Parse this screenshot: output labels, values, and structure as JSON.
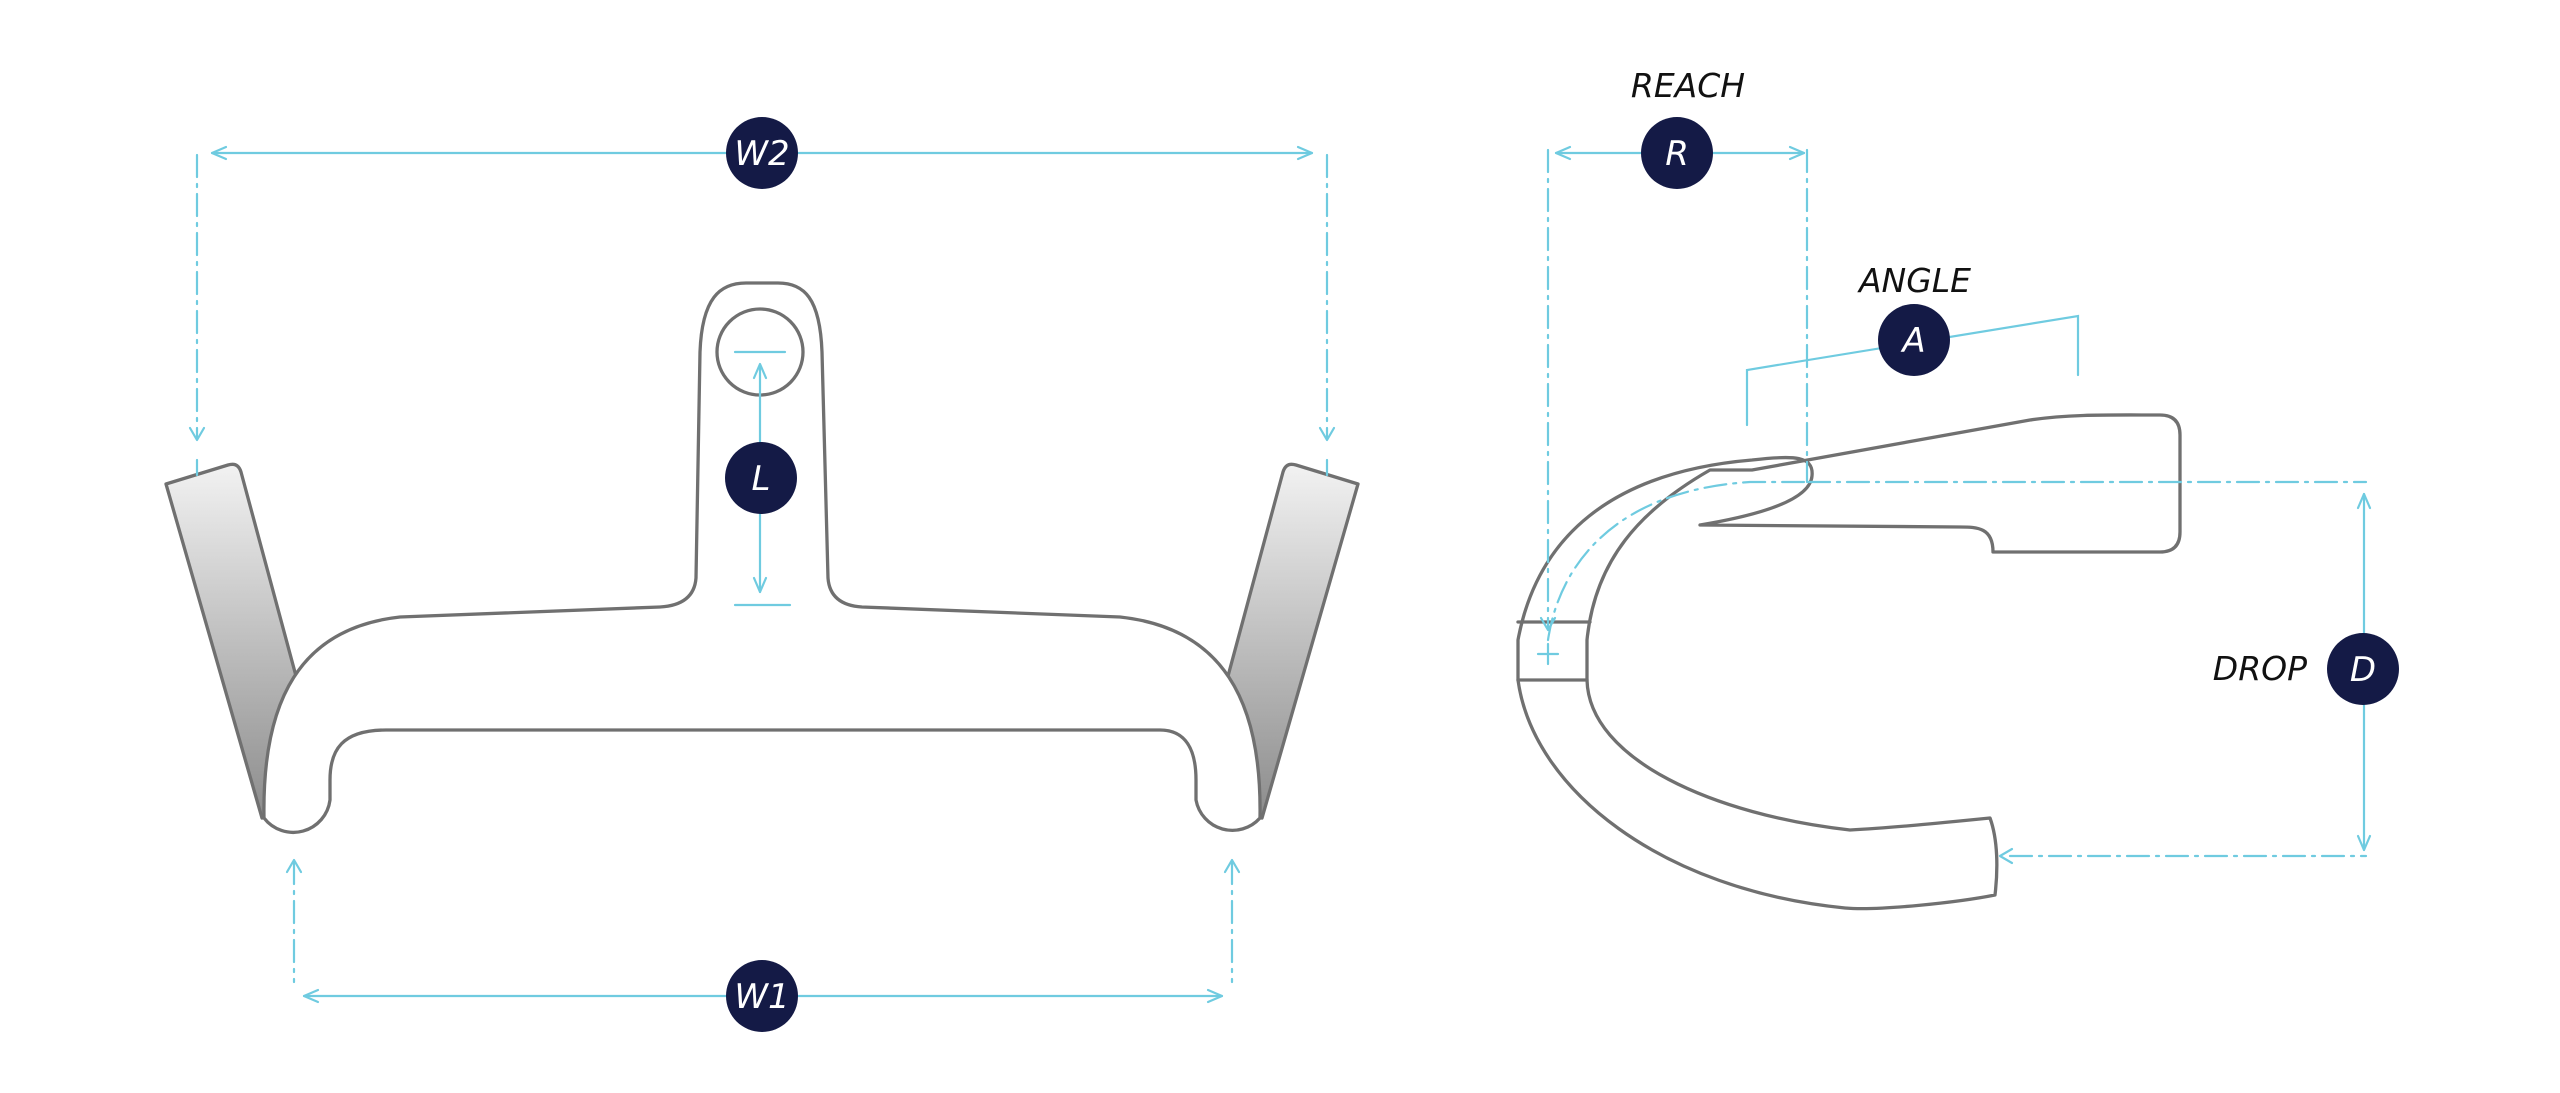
{
  "labels": {
    "reach": "REACH",
    "angle": "ANGLE",
    "drop": "DROP"
  },
  "badges": {
    "w2": "W2",
    "w1": "W1",
    "l": "L",
    "r": "R",
    "a": "A",
    "d": "D"
  },
  "colors": {
    "dimension_line": "#6fcbe0",
    "badge_fill": "#141a46",
    "outline": "#707070"
  }
}
